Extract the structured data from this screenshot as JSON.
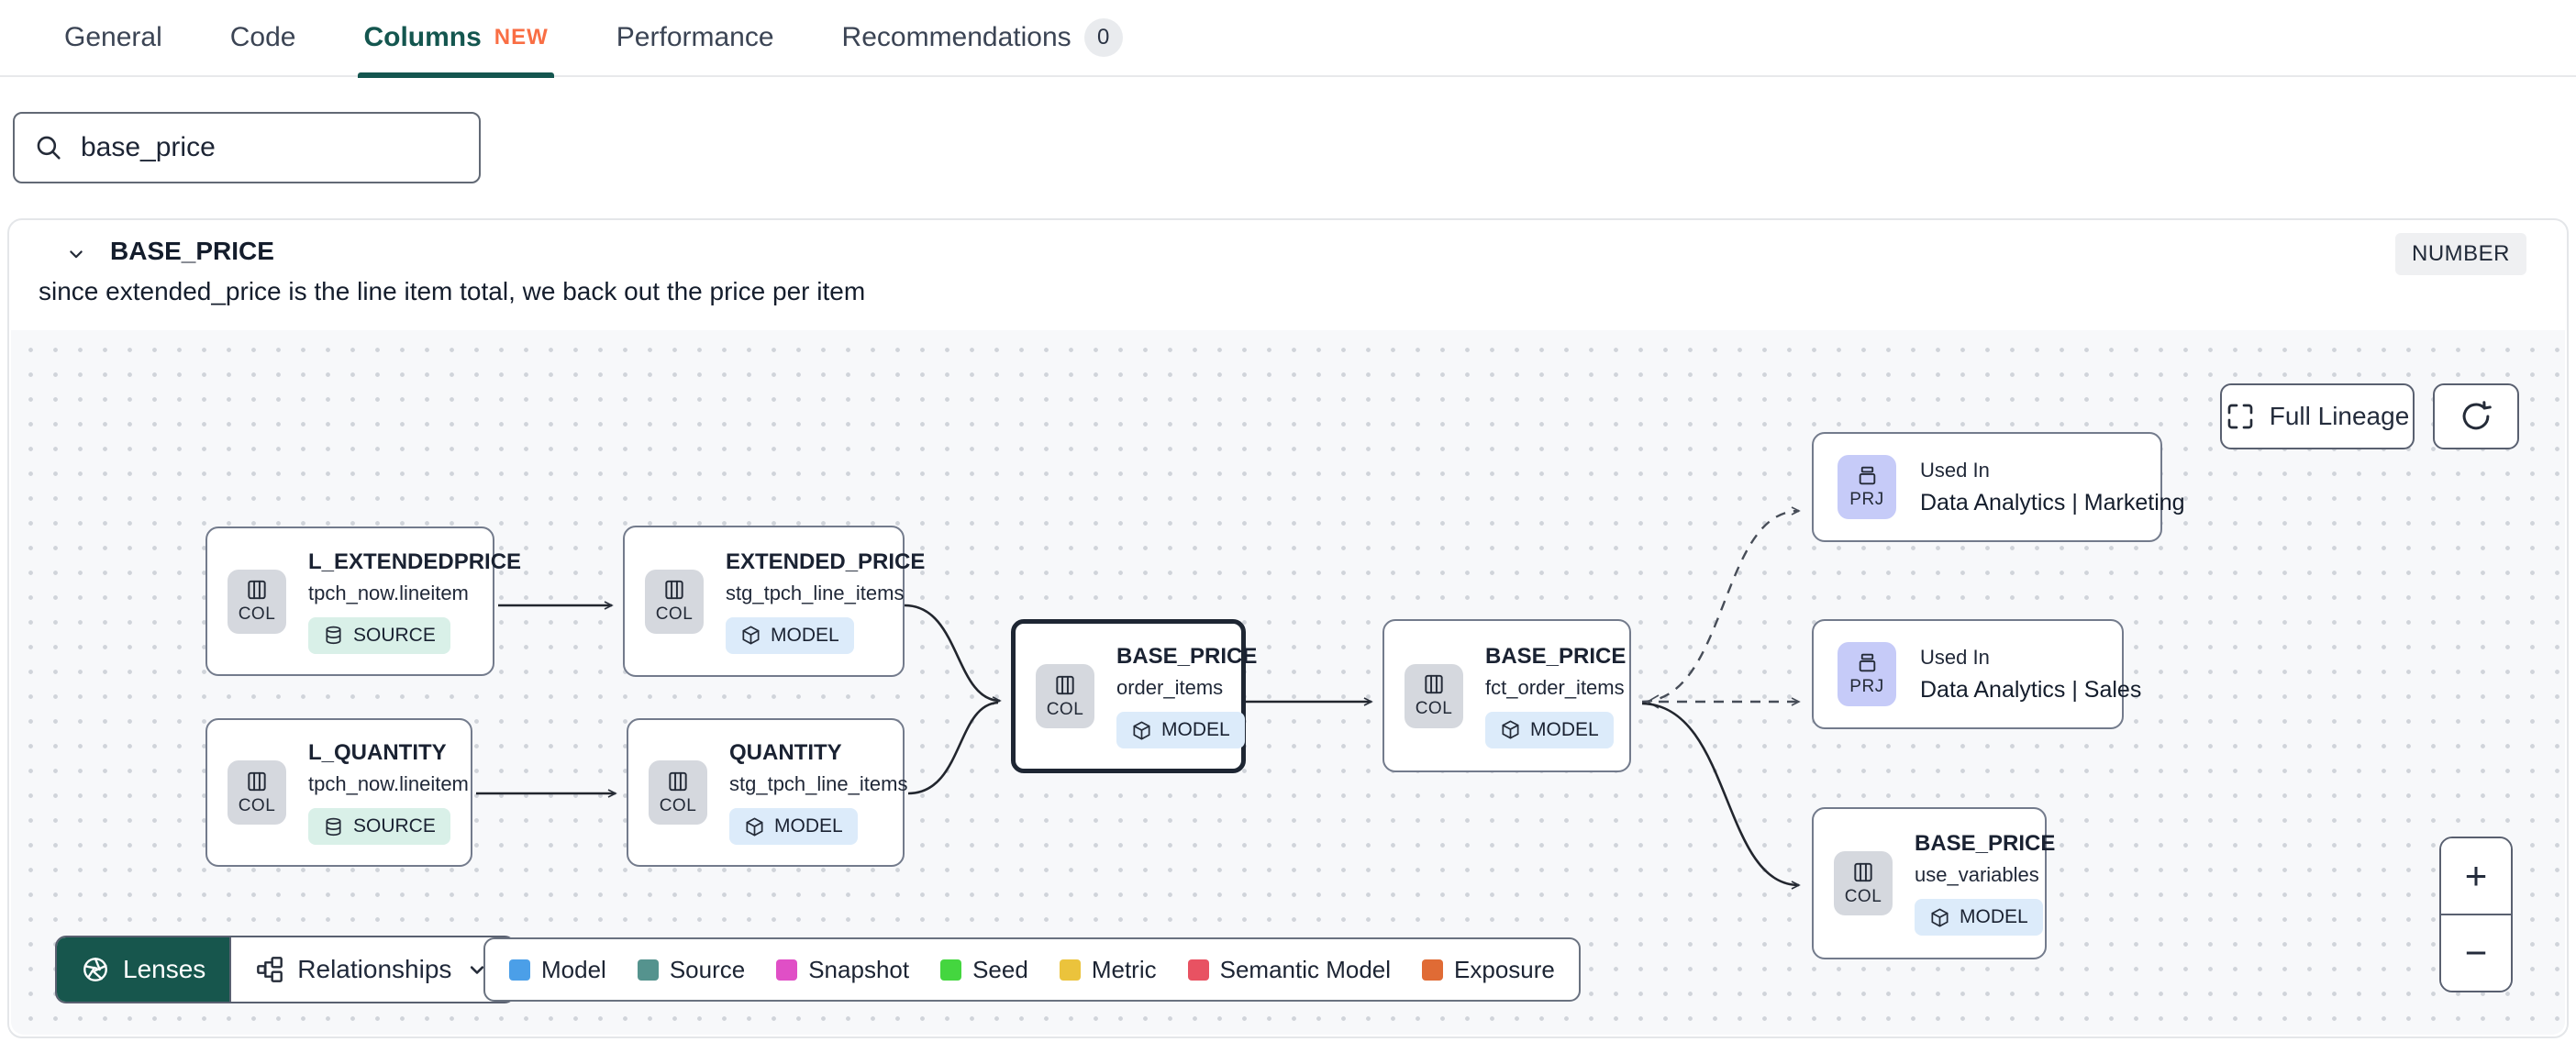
{
  "tabs": {
    "items": [
      {
        "label": "General"
      },
      {
        "label": "Code"
      },
      {
        "label": "Columns",
        "badge": "NEW",
        "active": true
      },
      {
        "label": "Performance"
      },
      {
        "label": "Recommendations",
        "count": "0"
      }
    ]
  },
  "search": {
    "value": "base_price"
  },
  "column_panel": {
    "name": "BASE_PRICE",
    "type_badge": "NUMBER",
    "description": "since extended_price is the line item total, we back out the price per item"
  },
  "lineage": {
    "controls": {
      "full_lineage_label": "Full Lineage",
      "zoom_in": "+",
      "zoom_out": "−"
    },
    "toolbar": {
      "lenses_label": "Lenses",
      "relationships_label": "Relationships"
    },
    "legend": {
      "items": [
        {
          "label": "Model",
          "color": "#4B9FE8"
        },
        {
          "label": "Source",
          "color": "#55938E"
        },
        {
          "label": "Snapshot",
          "color": "#E04FC6"
        },
        {
          "label": "Seed",
          "color": "#44D63F"
        },
        {
          "label": "Metric",
          "color": "#EBC33C"
        },
        {
          "label": "Semantic Model",
          "color": "#E85262"
        },
        {
          "label": "Exposure",
          "color": "#E06B35"
        }
      ]
    },
    "nodes": [
      {
        "title": "L_EXTENDEDPRICE",
        "subtitle": "tpch_now.lineitem",
        "chip": "COL",
        "badge": "SOURCE"
      },
      {
        "title": "EXTENDED_PRICE",
        "subtitle": "stg_tpch_line_items",
        "chip": "COL",
        "badge": "MODEL"
      },
      {
        "title": "L_QUANTITY",
        "subtitle": "tpch_now.lineitem",
        "chip": "COL",
        "badge": "SOURCE"
      },
      {
        "title": "QUANTITY",
        "subtitle": "stg_tpch_line_items",
        "chip": "COL",
        "badge": "MODEL"
      },
      {
        "title": "BASE_PRICE",
        "subtitle": "order_items",
        "chip": "COL",
        "badge": "MODEL",
        "selected": true
      },
      {
        "title": "BASE_PRICE",
        "subtitle": "fct_order_items",
        "chip": "COL",
        "badge": "MODEL"
      },
      {
        "eyebrow": "Used In",
        "title": "Data Analytics | Marketing",
        "chip": "PRJ"
      },
      {
        "eyebrow": "Used In",
        "title": "Data Analytics | Sales",
        "chip": "PRJ"
      },
      {
        "title": "BASE_PRICE",
        "subtitle": "use_variables",
        "chip": "COL",
        "badge": "MODEL"
      }
    ]
  },
  "colors": {
    "accent_teal": "#14564F",
    "lenses_button": "#17564d",
    "new_badge_orange": "#F96E44",
    "source_badge_bg": "#d9f0e8",
    "model_badge_bg": "#dcebfa",
    "col_chip_bg": "#d5d8de",
    "prj_chip_bg": "#c6cbf8"
  },
  "icons": {
    "search": "magnifier",
    "chevron_down": "⌄",
    "columns": "▥",
    "database": "cylinder",
    "cube": "⬡",
    "project": "🗄",
    "aperture": "shutter",
    "relationships": "org-chart",
    "expand": "⛶",
    "refresh": "⟳"
  }
}
